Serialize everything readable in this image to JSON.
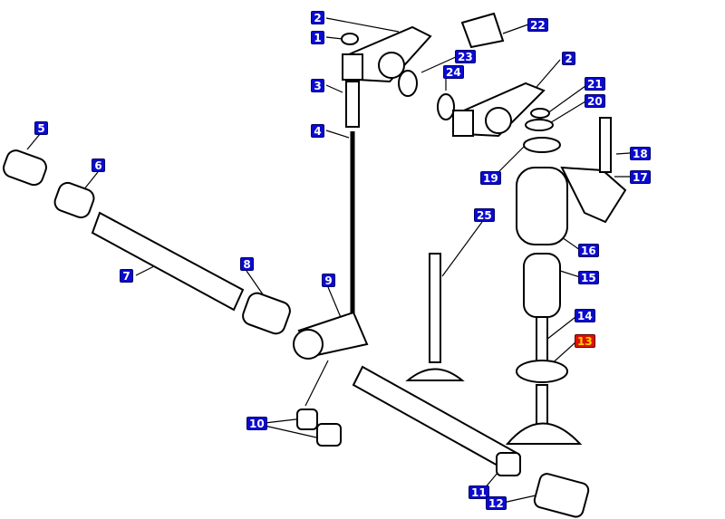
{
  "diagram": {
    "highlight_color": "#dd1100",
    "label_color": "#0a0ad0",
    "callouts": [
      {
        "id": "c1",
        "text": "1"
      },
      {
        "id": "c2a",
        "text": "2"
      },
      {
        "id": "c2b",
        "text": "2"
      },
      {
        "id": "c3",
        "text": "3"
      },
      {
        "id": "c4",
        "text": "4"
      },
      {
        "id": "c5",
        "text": "5"
      },
      {
        "id": "c6",
        "text": "6"
      },
      {
        "id": "c7",
        "text": "7"
      },
      {
        "id": "c8",
        "text": "8"
      },
      {
        "id": "c9",
        "text": "9"
      },
      {
        "id": "c10",
        "text": "10"
      },
      {
        "id": "c11",
        "text": "11"
      },
      {
        "id": "c12",
        "text": "12"
      },
      {
        "id": "c13",
        "text": "13",
        "selected": true
      },
      {
        "id": "c14",
        "text": "14"
      },
      {
        "id": "c15",
        "text": "15"
      },
      {
        "id": "c16",
        "text": "16"
      },
      {
        "id": "c17",
        "text": "17"
      },
      {
        "id": "c18",
        "text": "18"
      },
      {
        "id": "c19",
        "text": "19"
      },
      {
        "id": "c20",
        "text": "20"
      },
      {
        "id": "c21",
        "text": "21"
      },
      {
        "id": "c22",
        "text": "22"
      },
      {
        "id": "c23",
        "text": "23"
      },
      {
        "id": "c24",
        "text": "24"
      },
      {
        "id": "c25",
        "text": "25"
      }
    ]
  }
}
